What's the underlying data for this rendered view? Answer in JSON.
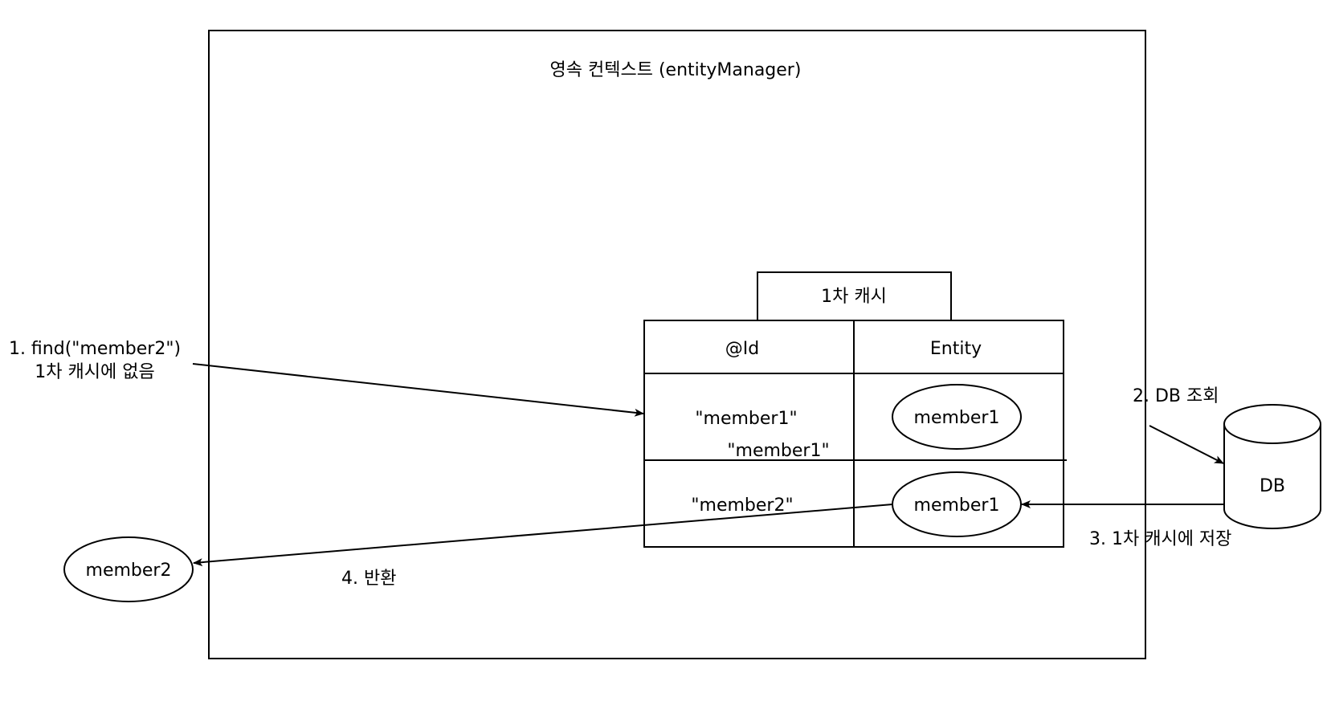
{
  "context": {
    "title": "영속 컨텍스트 (entityManager)"
  },
  "cache": {
    "tab_label": "1차 캐시",
    "headers": {
      "id": "@Id",
      "entity": "Entity"
    },
    "rows": [
      {
        "id": "\"member1\"",
        "entity": "member1"
      },
      {
        "id": "\"member2\"",
        "entity": "member1"
      }
    ],
    "stray_label": "\"member1\""
  },
  "db": {
    "label": "DB"
  },
  "result": {
    "label": "member2"
  },
  "steps": {
    "find_line1": "1. find(\"member2\")",
    "find_line2": "1차 캐시에 없음",
    "db_query": "2. DB 조회",
    "store": "3. 1차 캐시에 저장",
    "return": "4. 반환"
  }
}
